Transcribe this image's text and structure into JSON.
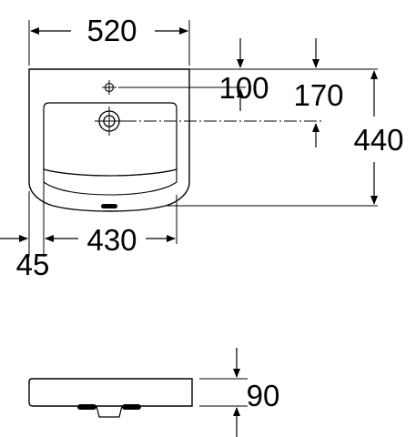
{
  "dimensions": {
    "overall_width": "520",
    "tap_hole_offset": "100",
    "drain_offset": "170",
    "overall_depth": "440",
    "inner_width": "430",
    "side_offset": "45",
    "height": "90"
  }
}
